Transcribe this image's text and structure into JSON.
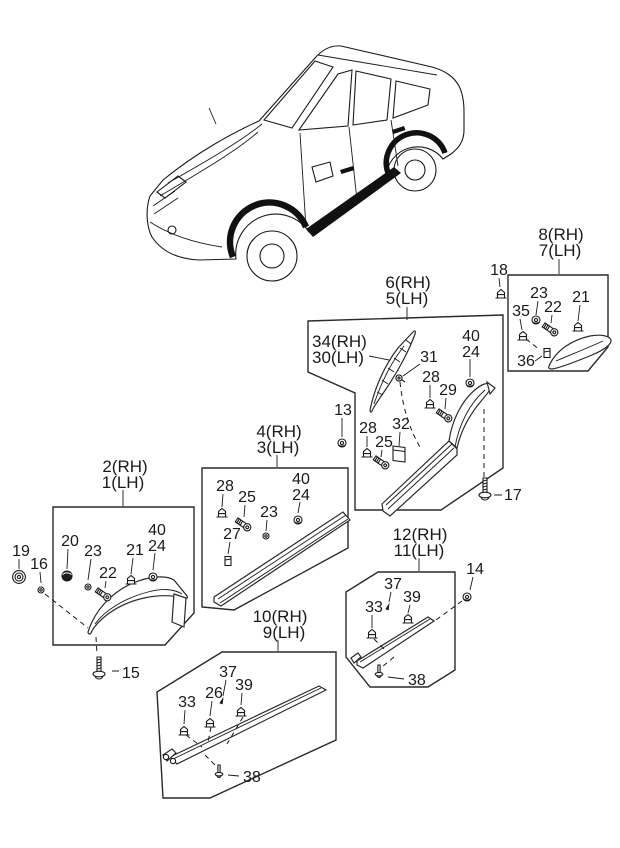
{
  "colors": {
    "line": "#1a1a1a",
    "molding_black": "#111111",
    "background": "#ffffff"
  },
  "groups": {
    "ffg": {
      "rh": "2(RH)",
      "lh": "1(LH)"
    },
    "fdm": {
      "rh": "4(RH)",
      "lh": "3(LH)"
    },
    "rdm": {
      "rh": "6(RH)",
      "lh": "5(LH)"
    },
    "pillar": {
      "rh": "34(RH)",
      "lh": "30(LH)"
    },
    "qg": {
      "rh": "8(RH)",
      "lh": "7(LH)"
    },
    "fsm": {
      "rh": "10(RH)",
      "lh": "9(LH)"
    },
    "rsm": {
      "rh": "12(RH)",
      "lh": "11(LH)"
    }
  },
  "callouts": {
    "qg": {
      "n18": "18",
      "n23": "23",
      "n35": "35",
      "n22": "22",
      "n21": "21",
      "n36": "36"
    },
    "rdm": {
      "n31": "31",
      "n28a": "28",
      "n29": "29",
      "n40": "40",
      "n24": "24",
      "n13": "13",
      "n28b": "28",
      "n25": "25",
      "n32": "32",
      "n17": "17"
    },
    "fdm": {
      "n28": "28",
      "n25": "25",
      "n23": "23",
      "n27": "27",
      "n40": "40",
      "n24": "24"
    },
    "ffg": {
      "n19": "19",
      "n16": "16",
      "n20": "20",
      "n23": "23",
      "n22": "22",
      "n21": "21",
      "n40": "40",
      "n24": "24",
      "n15": "15"
    },
    "fsm": {
      "n37": "37",
      "n39": "39",
      "n26": "26",
      "n33": "33",
      "n38": "38"
    },
    "rsm": {
      "n37": "37",
      "n39": "39",
      "n33": "33",
      "n38": "38",
      "n14": "14"
    }
  }
}
